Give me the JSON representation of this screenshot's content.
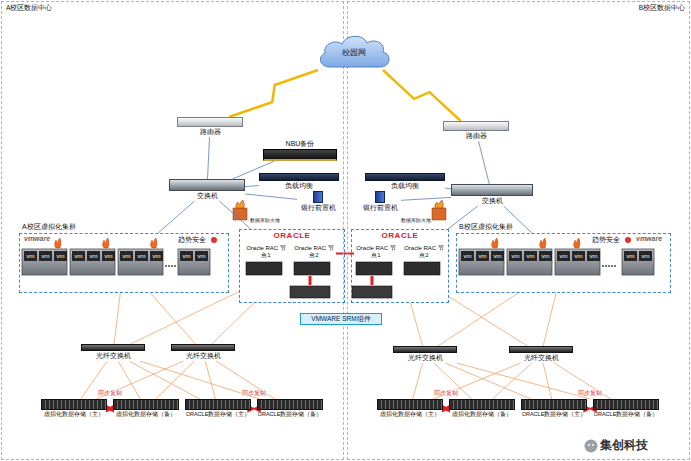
{
  "diagram": {
    "nodes": [
      {
        "text": [
          "A校区数据中心"
        ]
      },
      {
        "text": [
          "B校区数据中心"
        ]
      },
      {
        "text": [
          "校园网"
        ]
      },
      {
        "text": [
          "路由器"
        ],
        "in": 0
      },
      {
        "text": [
          "路由器"
        ],
        "in": 1
      },
      {
        "text": [
          "NBU备份"
        ],
        "in": 0
      },
      {
        "text": [
          "交换机"
        ],
        "in": 0
      },
      {
        "text": [
          "交换机"
        ],
        "in": 1
      },
      {
        "text": [
          "负载均衡"
        ],
        "in": 0
      },
      {
        "text": [
          "负载均衡"
        ],
        "in": 1
      },
      {
        "text": [
          "银行前置机"
        ],
        "in": 0
      },
      {
        "text": [
          "银行前置机"
        ],
        "in": 1
      },
      {
        "text": [
          "A校区虚拟化集群"
        ],
        "in": 0
      },
      {
        "text": [
          "B校区虚拟化集群"
        ],
        "in": 1
      },
      {
        "text": [
          "ORACLE"
        ],
        "in": 0
      },
      {
        "text": [
          "ORACLE"
        ],
        "in": 1
      },
      {
        "text": [
          "Oracle RAC 节点1"
        ],
        "in": 14
      },
      {
        "text": [
          "Oracle RAC 节点2"
        ],
        "in": 14
      },
      {
        "text": [
          "Oracle RAC 节点1"
        ],
        "in": 15
      },
      {
        "text": [
          "Oracle RAC 节点2"
        ],
        "in": 15
      },
      {
        "text": [
          "VMWARE SRM组件"
        ]
      },
      {
        "text": [
          "光纤交换机"
        ],
        "in": 0
      },
      {
        "text": [
          "光纤交换机"
        ],
        "in": 0
      },
      {
        "text": [
          "光纤交换机"
        ],
        "in": 1
      },
      {
        "text": [
          "光纤交换机"
        ],
        "in": 1
      },
      {
        "text": [
          "虚拟化数据存储（主）"
        ],
        "in": 0
      },
      {
        "text": [
          "虚拟化数据存储（备）"
        ],
        "in": 0
      },
      {
        "text": [
          "ORACLE数据存储（主）"
        ],
        "in": 0
      },
      {
        "text": [
          "ORACLE数据存储（备）"
        ],
        "in": 0
      },
      {
        "text": [
          "虚拟化数据存储（主）"
        ],
        "in": 1
      },
      {
        "text": [
          "虚拟化数据存储（备）"
        ],
        "in": 1
      },
      {
        "text": [
          "ORACLE数据存储（主）"
        ],
        "in": 1
      },
      {
        "text": [
          "ORACLE数据存储（备）"
        ],
        "in": 1
      }
    ],
    "edges": [
      {
        "from": 2,
        "to": 3,
        "arrow": "none"
      },
      {
        "from": 2,
        "to": 4,
        "arrow": "none"
      },
      {
        "from": 3,
        "to": 6,
        "arrow": "none"
      },
      {
        "from": 4,
        "to": 7,
        "arrow": "none"
      },
      {
        "from": 6,
        "to": 5,
        "arrow": "none"
      },
      {
        "from": 6,
        "to": 8,
        "arrow": "none"
      },
      {
        "from": 6,
        "to": 10,
        "arrow": "none"
      },
      {
        "from": 6,
        "to": 12,
        "arrow": "none"
      },
      {
        "from": 6,
        "to": 14,
        "arrow": "none"
      },
      {
        "from": 7,
        "to": 9,
        "arrow": "none"
      },
      {
        "from": 7,
        "to": 11,
        "arrow": "none"
      },
      {
        "from": 7,
        "to": 13,
        "arrow": "none"
      },
      {
        "from": 7,
        "to": 15,
        "arrow": "none"
      },
      {
        "from": 17,
        "to": 18,
        "arrow": "none"
      },
      {
        "from": 12,
        "to": 21,
        "arrow": "none"
      },
      {
        "from": 12,
        "to": 22,
        "arrow": "none"
      },
      {
        "from": 14,
        "to": 21,
        "arrow": "none"
      },
      {
        "from": 14,
        "to": 22,
        "arrow": "none"
      },
      {
        "from": 13,
        "to": 23,
        "arrow": "none"
      },
      {
        "from": 13,
        "to": 24,
        "arrow": "none"
      },
      {
        "from": 15,
        "to": 23,
        "arrow": "none"
      },
      {
        "from": 15,
        "to": 24,
        "arrow": "none"
      },
      {
        "from": 21,
        "to": 25,
        "arrow": "none"
      },
      {
        "from": 21,
        "to": 26,
        "arrow": "none"
      },
      {
        "from": 21,
        "to": 27,
        "arrow": "none"
      },
      {
        "from": 21,
        "to": 28,
        "arrow": "none"
      },
      {
        "from": 22,
        "to": 25,
        "arrow": "none"
      },
      {
        "from": 22,
        "to": 26,
        "arrow": "none"
      },
      {
        "from": 22,
        "to": 27,
        "arrow": "none"
      },
      {
        "from": 22,
        "to": 28,
        "arrow": "none"
      },
      {
        "from": 23,
        "to": 29,
        "arrow": "none"
      },
      {
        "from": 23,
        "to": 30,
        "arrow": "none"
      },
      {
        "from": 23,
        "to": 31,
        "arrow": "none"
      },
      {
        "from": 23,
        "to": 32,
        "arrow": "none"
      },
      {
        "from": 24,
        "to": 29,
        "arrow": "none"
      },
      {
        "from": 24,
        "to": 30,
        "arrow": "none"
      },
      {
        "from": 24,
        "to": 31,
        "arrow": "none"
      },
      {
        "from": 24,
        "to": 32,
        "arrow": "none"
      },
      {
        "from": 25,
        "to": 26,
        "label": "同步复制",
        "arrow": "both"
      },
      {
        "from": 27,
        "to": 28,
        "label": "同步复制",
        "arrow": "both"
      },
      {
        "from": 29,
        "to": 30,
        "label": "同步复制",
        "arrow": "both"
      },
      {
        "from": 31,
        "to": 32,
        "label": "同步复制",
        "arrow": "both"
      }
    ],
    "labels": [
      "vmware",
      "趋势安全",
      "vm",
      "vm",
      "vm",
      "vm",
      "vm",
      "vm",
      "vm",
      "vm",
      "vm",
      "vm",
      "vm",
      "数据库防火墙",
      "vmware",
      "趋势安全",
      "vm",
      "vm",
      "vm",
      "vm",
      "vm",
      "vm",
      "vm",
      "vm",
      "vm",
      "vm",
      "vm",
      "数据库防火墙",
      "集创科技"
    ]
  }
}
